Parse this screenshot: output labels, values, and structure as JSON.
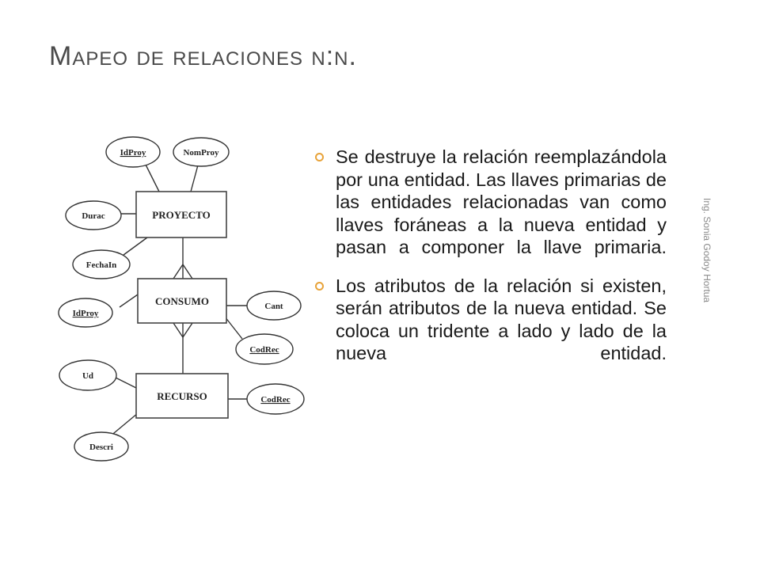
{
  "slide": {
    "title": "Mapeo de relaciones n:n.",
    "side_credit": "Ing. Sonia Godoy Hortua",
    "bullets": [
      "Se destruye la relación reemplazándola por una entidad. Las llaves primarias de las entidades relacionadas van como llaves foráneas a la nueva entidad y pasan a componer la llave primaria.",
      " Los atributos de la relación si existen, serán atributos de la nueva entidad. Se coloca un tridente a lado y lado de la nueva entidad."
    ],
    "colors": {
      "bullet": "#e8a33a",
      "title": "#4a4a4a"
    }
  },
  "diagram": {
    "entities": {
      "proyecto": "PROYECTO",
      "consumo": "CONSUMO",
      "recurso": "RECURSO"
    },
    "attributes": {
      "idproy_1": "IdProy",
      "nomproy": "NomProy",
      "durac": "Durac",
      "fechain": "FechaIn",
      "idproy_2": "IdProy",
      "cant": "Cant",
      "codrec_1": "CodRec",
      "ud": "Ud",
      "codrec_2": "CodRec",
      "descri": "Descri"
    }
  }
}
